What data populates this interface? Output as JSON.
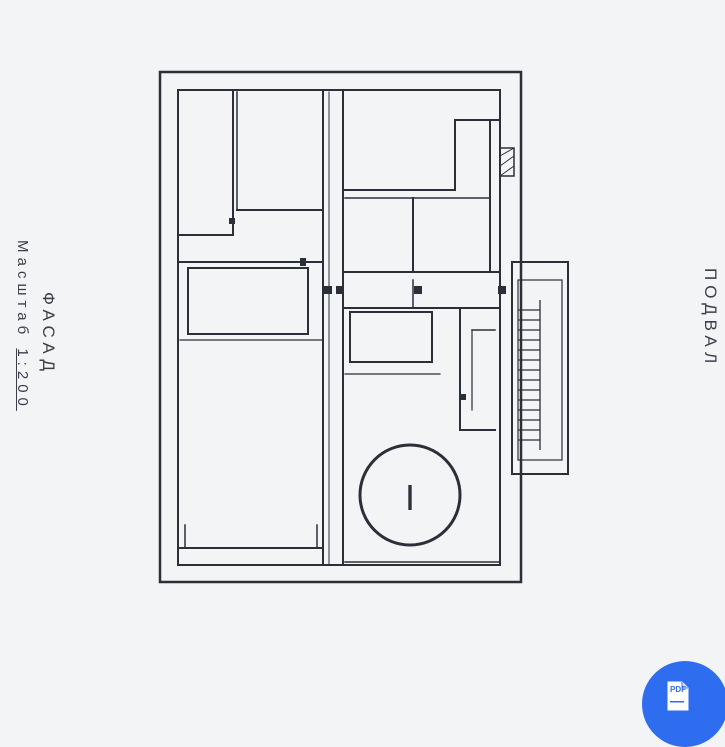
{
  "labels": {
    "facade": "ФАСАД",
    "scale_prefix": "Масштаб ",
    "scale_value": "1:200",
    "basement": "ПОДВАЛ"
  },
  "room_labels": {
    "big_room": "I"
  },
  "badge": {
    "text": "PDF",
    "icon": "pdf-file-icon",
    "color": "#2f6df0"
  },
  "colors": {
    "background": "#f3f4f6",
    "ink": "#2b2f38"
  }
}
